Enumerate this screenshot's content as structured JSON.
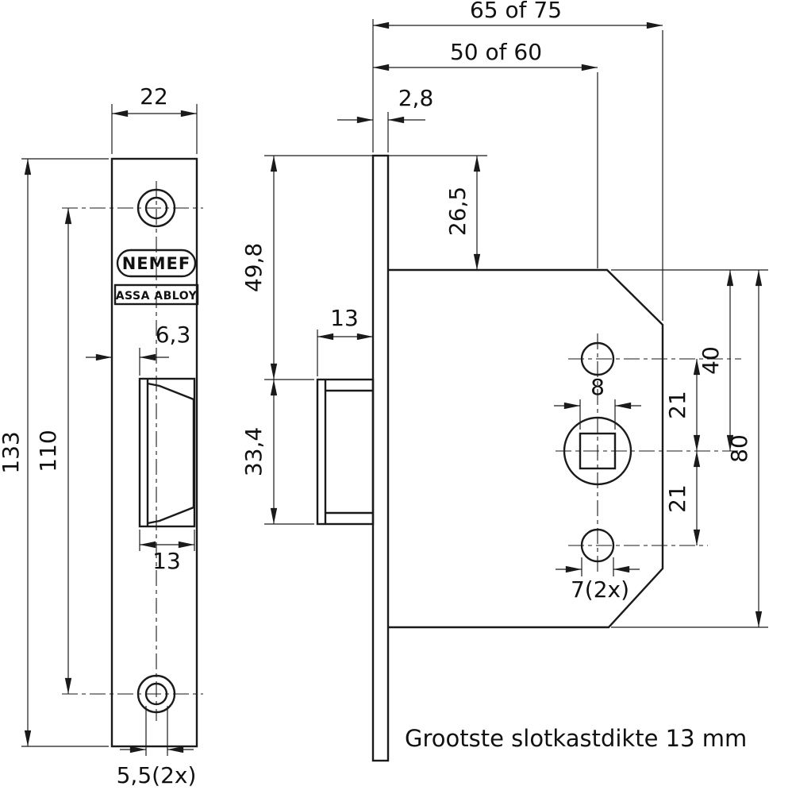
{
  "drawing": {
    "brand": "NEMEF",
    "brand2": "ASSA ABLOY",
    "note": "Grootste slotkastdikte 13 mm"
  },
  "dims": {
    "front_width": "22",
    "front_height": "133",
    "screw_spacing": "110",
    "edge_to_latch": "6,3",
    "latch_width": "13",
    "screw_hole": "5,5(2x)",
    "backset_outer": "65 of 75",
    "backset_center": "50 of 60",
    "plate_thickness": "2,8",
    "top_to_case": "26,5",
    "top_to_bolt": "49,8",
    "bolt_height": "33,4",
    "bolt_depth": "13",
    "spindle_square": "8",
    "case_top_to_spindle": "40",
    "spindle_to_upper": "21",
    "spindle_to_lower": "21",
    "case_height": "80",
    "follower_holes": "7(2x)"
  },
  "colors": {
    "line": "#1a1a1a",
    "background": "#ffffff"
  }
}
